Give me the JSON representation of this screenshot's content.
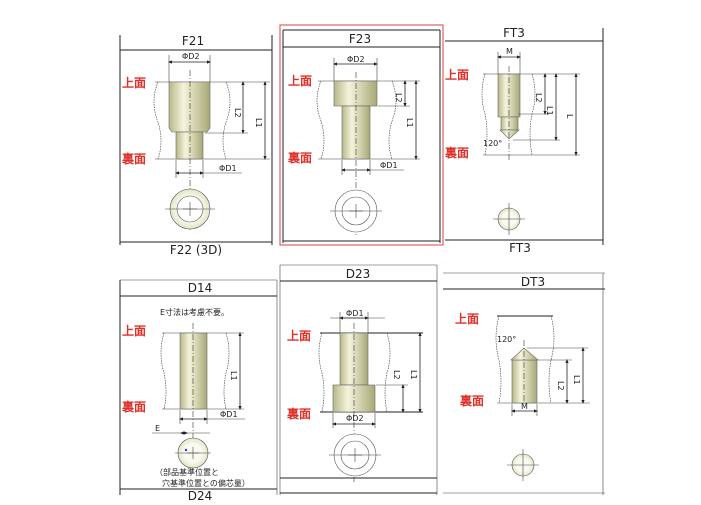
{
  "colors": {
    "face_label": "#e0302a",
    "selection": "#e06060",
    "part": "#dcdcb0"
  },
  "faces": {
    "top": "上面",
    "bottom": "裏面"
  },
  "panels": {
    "f21": {
      "title": "F21",
      "d2": "ΦD2",
      "d1": "ΦD1",
      "l1": "L1",
      "l2": "L2",
      "next": "F22 (3D)"
    },
    "f23": {
      "title": "F23",
      "d2": "ΦD2",
      "d1": "ΦD1",
      "l1": "L1",
      "l2": "L2",
      "selected": true
    },
    "ft3": {
      "title": "FT3",
      "m": "M",
      "l": "L",
      "l1": "L1",
      "l2": "L2",
      "angle": "120°",
      "next": "FT3"
    },
    "d14": {
      "title": "D14",
      "note": "E寸法は考慮不要。",
      "d1": "ΦD1",
      "l1": "L1",
      "e": "E",
      "caption1": "（部品基準位置と",
      "caption2": "穴基準位置との偏芯量）",
      "next": "D24"
    },
    "d23": {
      "title": "D23",
      "d1": "ΦD1",
      "d2": "ΦD2",
      "l1": "L1",
      "l2": "L2"
    },
    "dt3": {
      "title": "DT3",
      "m": "M",
      "l1": "L1",
      "l2": "L2",
      "angle": "120°"
    }
  }
}
